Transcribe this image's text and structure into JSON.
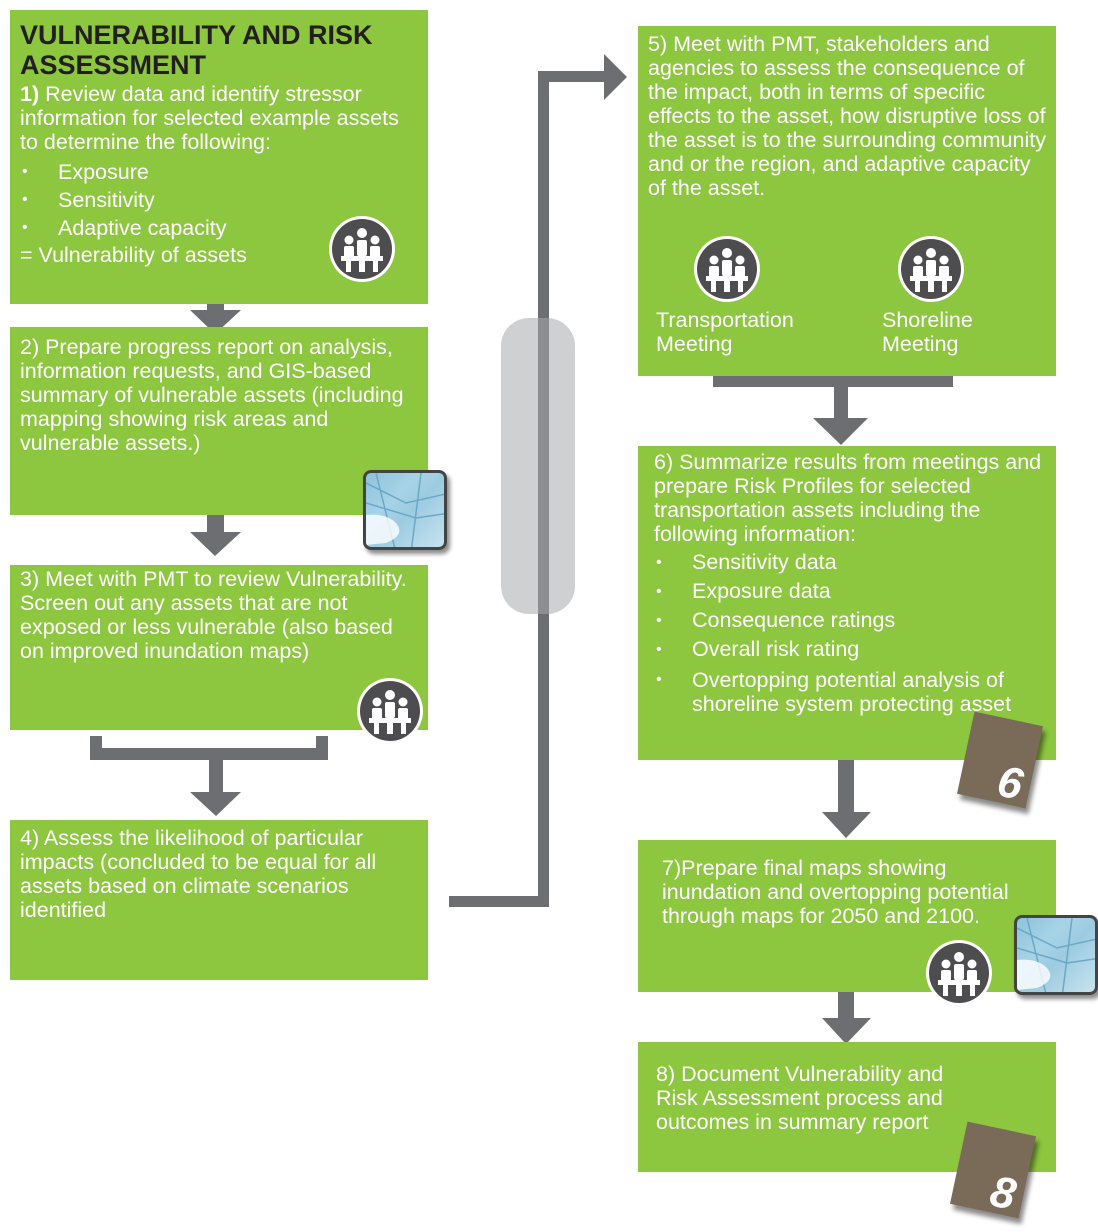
{
  "title": "VULNERABILITY AND RISK ASSESSMENT",
  "step1": {
    "num": "1)",
    "text": "Review data and identify stressor information for selected example assets to determine the following:",
    "bullets": [
      "Exposure",
      "Sensitivity",
      "Adaptive capacity"
    ],
    "result": "= Vulnerability of assets"
  },
  "step2": {
    "text": "2) Prepare progress report on analysis, information requests, and GIS-based summary of vulnerable assets (including mapping showing risk areas and vulnerable assets.)"
  },
  "step3": {
    "text": "3) Meet with PMT to review Vulnerability. Screen out any assets that are not exposed or less vulnerable (also based on improved inundation maps)"
  },
  "step4": {
    "text": "4) Assess the likelihood of particular impacts (concluded to be equal for all assets based on climate scenarios identified"
  },
  "step5": {
    "text": "5) Meet with PMT, stakeholders and agencies to assess the consequence of the impact, both in terms of specific effects to the asset, how disruptive loss of the asset is to the surrounding community and or the region, and adaptive capacity of the asset.",
    "meeting_a": "Transportation Meeting",
    "meeting_b": "Shoreline Meeting"
  },
  "step6": {
    "text": "6) Summarize results from meetings and prepare Risk Profiles for selected transportation assets including the following information:",
    "bullets": [
      "Sensitivity data",
      "Exposure data",
      "Consequence ratings",
      "Overall risk rating",
      "Overtopping potential analysis of shoreline system protecting asset"
    ],
    "badge": "6"
  },
  "step7": {
    "text": "7)Prepare final maps showing inundation and overtopping potential through maps for 2050 and 2100."
  },
  "step8": {
    "text": "8) Document Vulnerability and Risk Assessment process and outcomes in summary report",
    "badge": "8"
  },
  "icons": [
    "meeting-icon",
    "map-icon",
    "document-icon"
  ],
  "colors": {
    "box": "#8dc63f",
    "arrow": "#6d6e71",
    "text": "#ffffff",
    "title": "#231f20"
  }
}
